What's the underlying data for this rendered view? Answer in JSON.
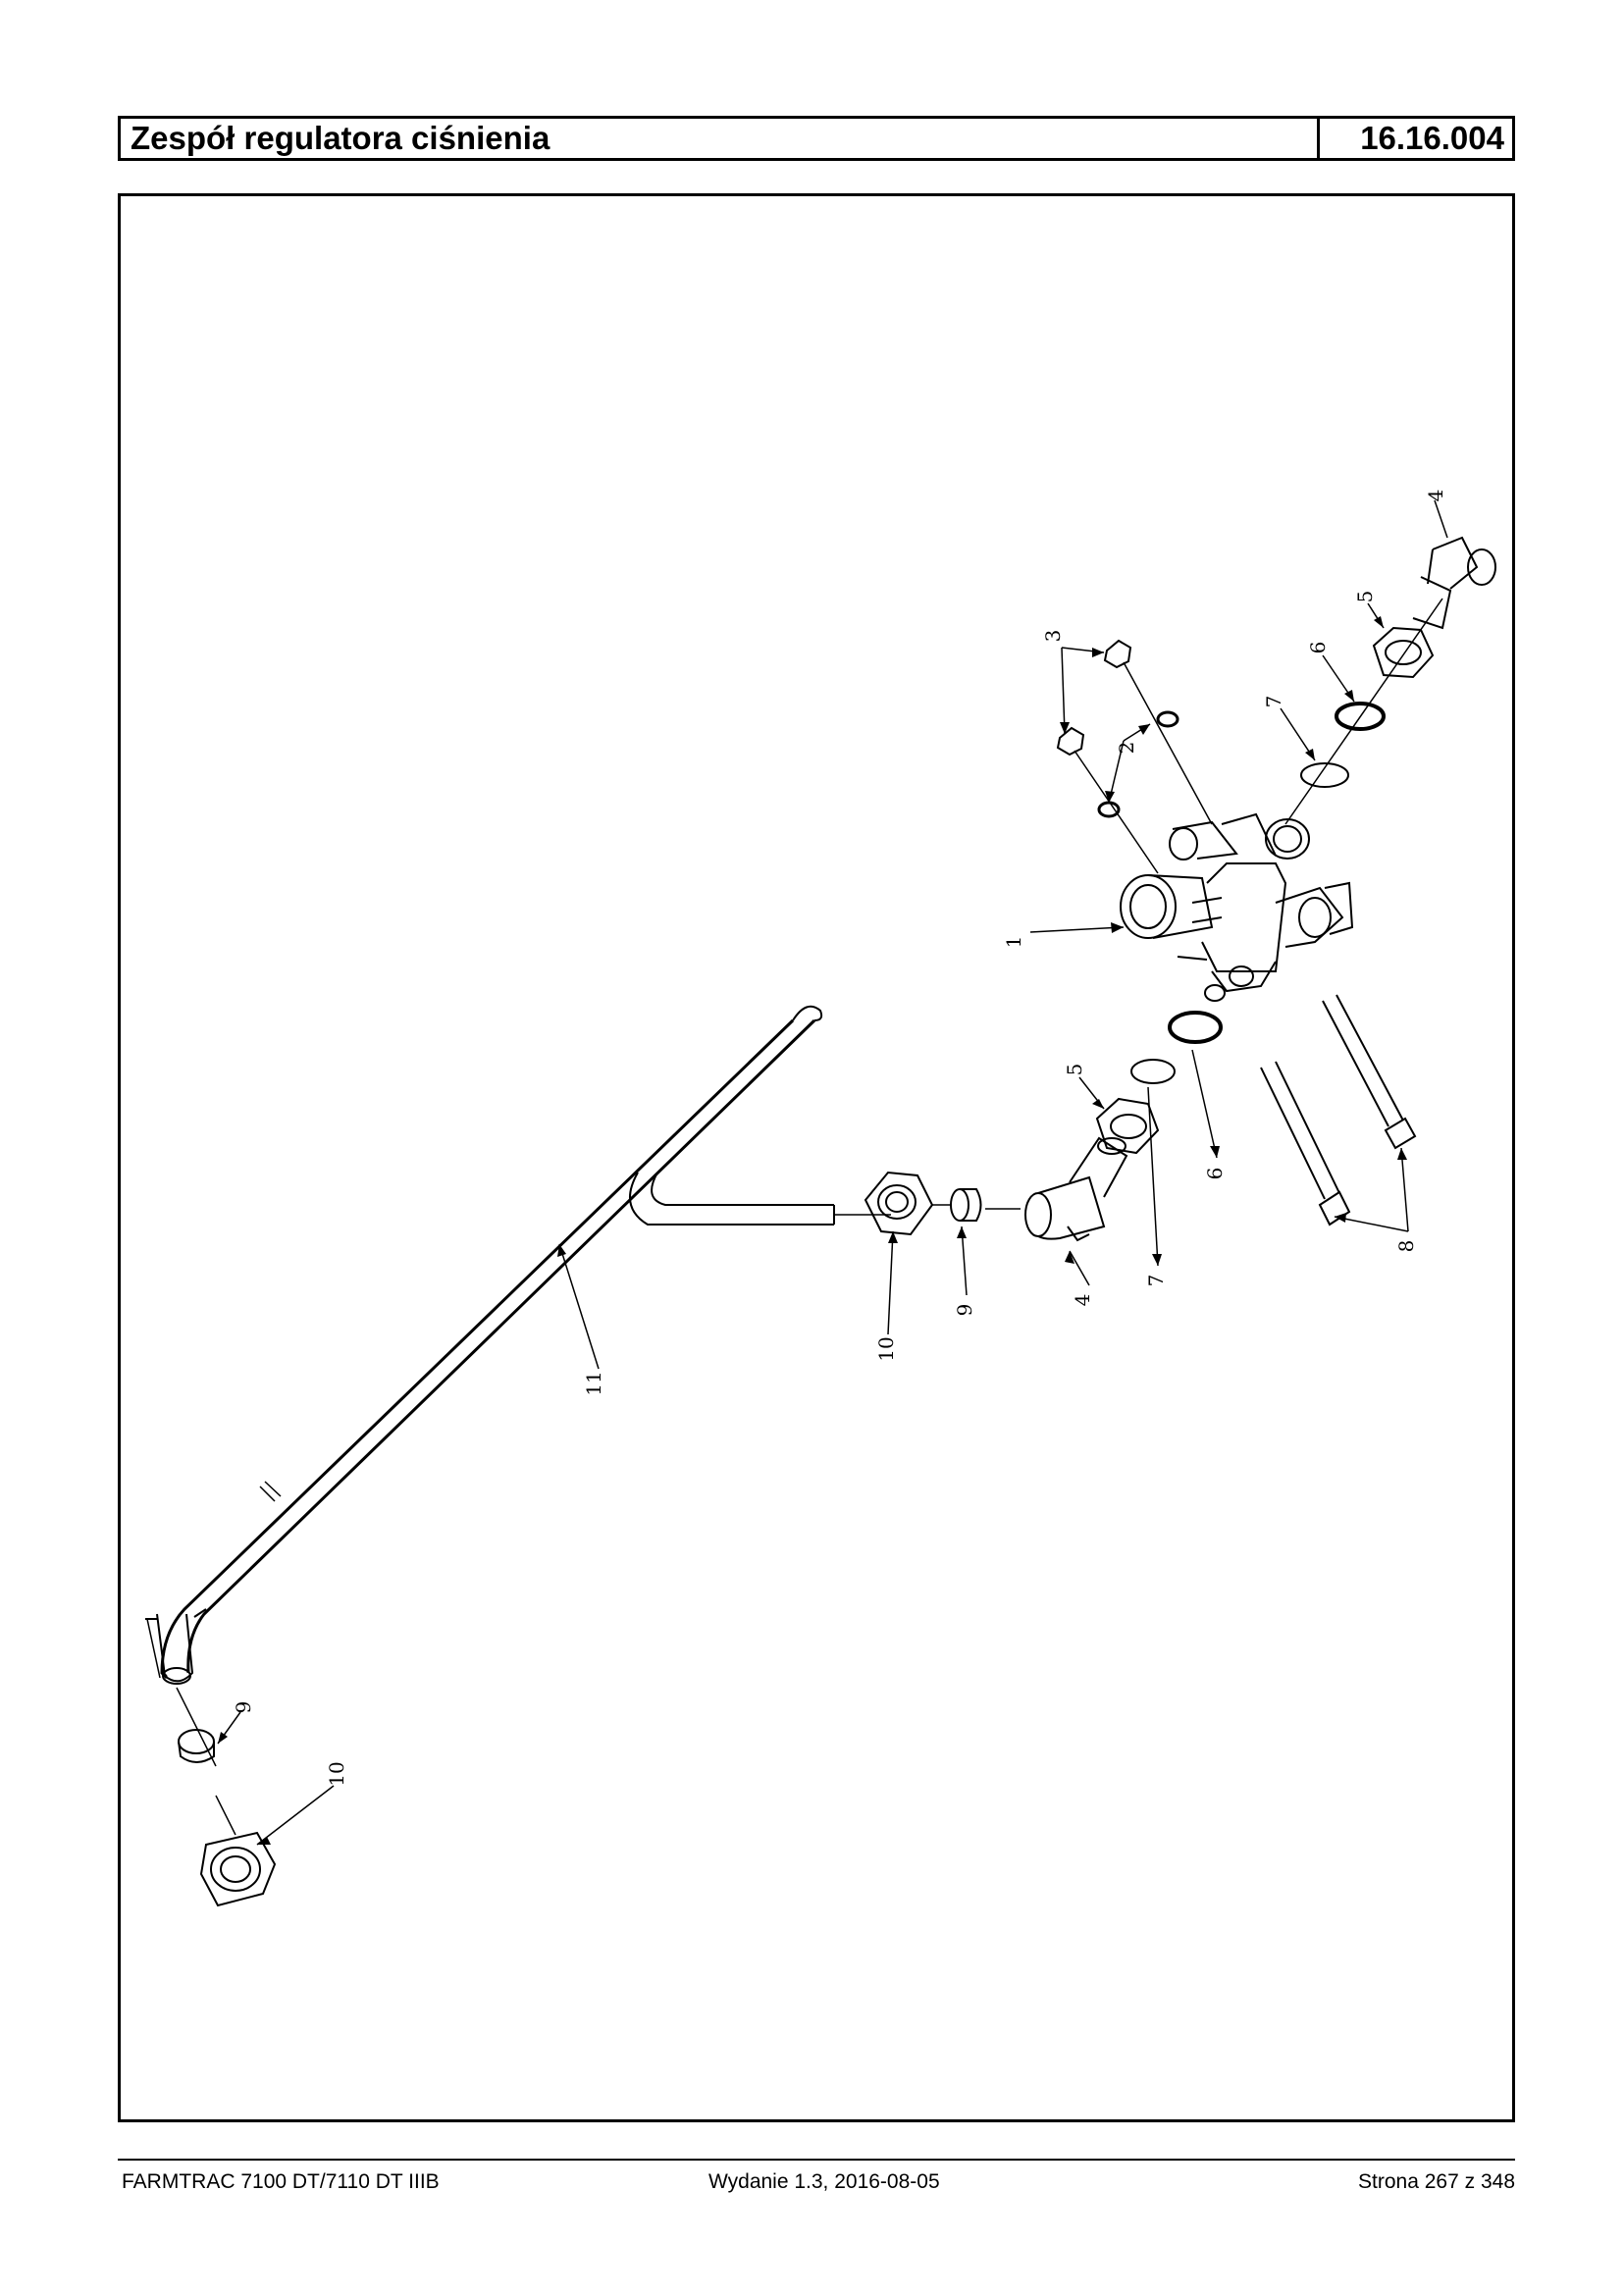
{
  "header": {
    "title": "Zespół regulatora ciśnienia",
    "code": "16.16.004"
  },
  "callouts": [
    "1",
    "2",
    "3",
    "4",
    "4",
    "5",
    "5",
    "6",
    "6",
    "7",
    "7",
    "8",
    "9",
    "9",
    "10",
    "10",
    "11"
  ],
  "footer": {
    "left": "FARMTRAC 7100 DT/7110 DT IIIB",
    "middle": "Wydanie 1.3,  2016-08-05",
    "right": "Strona 267 z 348"
  }
}
